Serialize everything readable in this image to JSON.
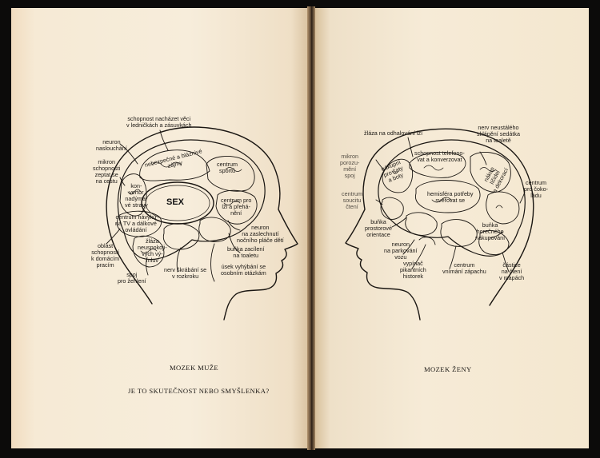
{
  "male_brain": {
    "caption": "MOZEK MUŽE",
    "center_label": "SEX",
    "labels": {
      "find_things": "schopnost nacházet věci\nv ledničkách a zásuvkách",
      "listening_neuron": "neuron\nnaslouchání",
      "ask_directions": "mikron\nschopnosti\nzeptat se\nna cestu",
      "converter": "kon-\nvertor\nnadýma-\nvé stravy",
      "dangerous": "nebezpečné a bláznivé\nzájmy",
      "sports": "centrum\nsportů",
      "lies": "centrum pro\nlži a přehá-\nnění",
      "remote": "centrum návyku\nna TV a dálkové\novládání",
      "gland": "žláza\nneuspokoji-\nvých vý-\nmluv",
      "night_neuron": "neuron\nna zaslechnutí\nnočního pláče dětí",
      "toilet_cell": "buňka zacílení\nna toaletu",
      "housework": "oblast\nschopností\nk domácím\npracím",
      "groin_nerve": "nerv škrábání se\nv rozkroku",
      "avoid": "úsek vyhýbání se\nosobním otázkám",
      "flirt": "spoj\npro žehlení"
    }
  },
  "female_brain": {
    "caption": "MOZEK ŽENY",
    "labels": {
      "lie_gland": "žláza na odhalování lží",
      "seat_nerve": "nerv neustálého\nsklápění sedátka\nna toaletě",
      "shoes": "nákupní\npro šaty\na boty",
      "phone": "schopnost telefono-\nvat a konverzovat",
      "make_up": "nákup\nlíčidel\na dekorací",
      "chocolate": "centrum\npro čoko-\nládu",
      "confide": "hemisféra potřeby\nsvěřovat se",
      "micron_left": "mikron\nporozu-\nmění\nspoj",
      "centrum_left": "centrum\nsoucitu\nčtení",
      "orientation": "buňka\nprostorové\norientace",
      "shopping": "buňka\nhorečného\nnakupování",
      "parking": "neuron\nna parkování\nvozu",
      "gossip": "vypínač\npikantních\nhistorek",
      "smell": "centrum\nvnímání zápachu",
      "maps": "částice\nna čtení\nv mapách"
    }
  },
  "footer_question": "JE TO SKUTEČNOST NEBO SMYŠLENKA?"
}
